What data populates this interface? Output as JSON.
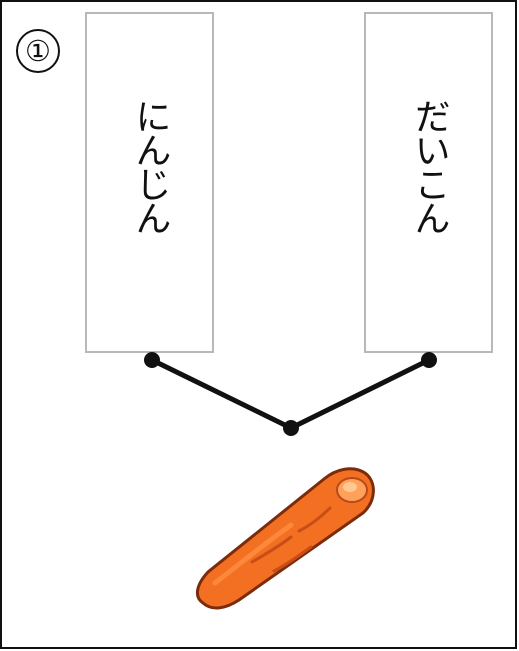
{
  "question": {
    "number": "①",
    "options": [
      {
        "label": "にんじん"
      },
      {
        "label": "だいこん"
      }
    ]
  },
  "picture": {
    "icon": "carrot-icon",
    "colors": {
      "carrot_fill": "#f36f21",
      "carrot_outline": "#7b2c0c",
      "carrot_highlight": "#ffcc99",
      "frame": "#111111",
      "box_border": "#b8b8b8"
    }
  }
}
